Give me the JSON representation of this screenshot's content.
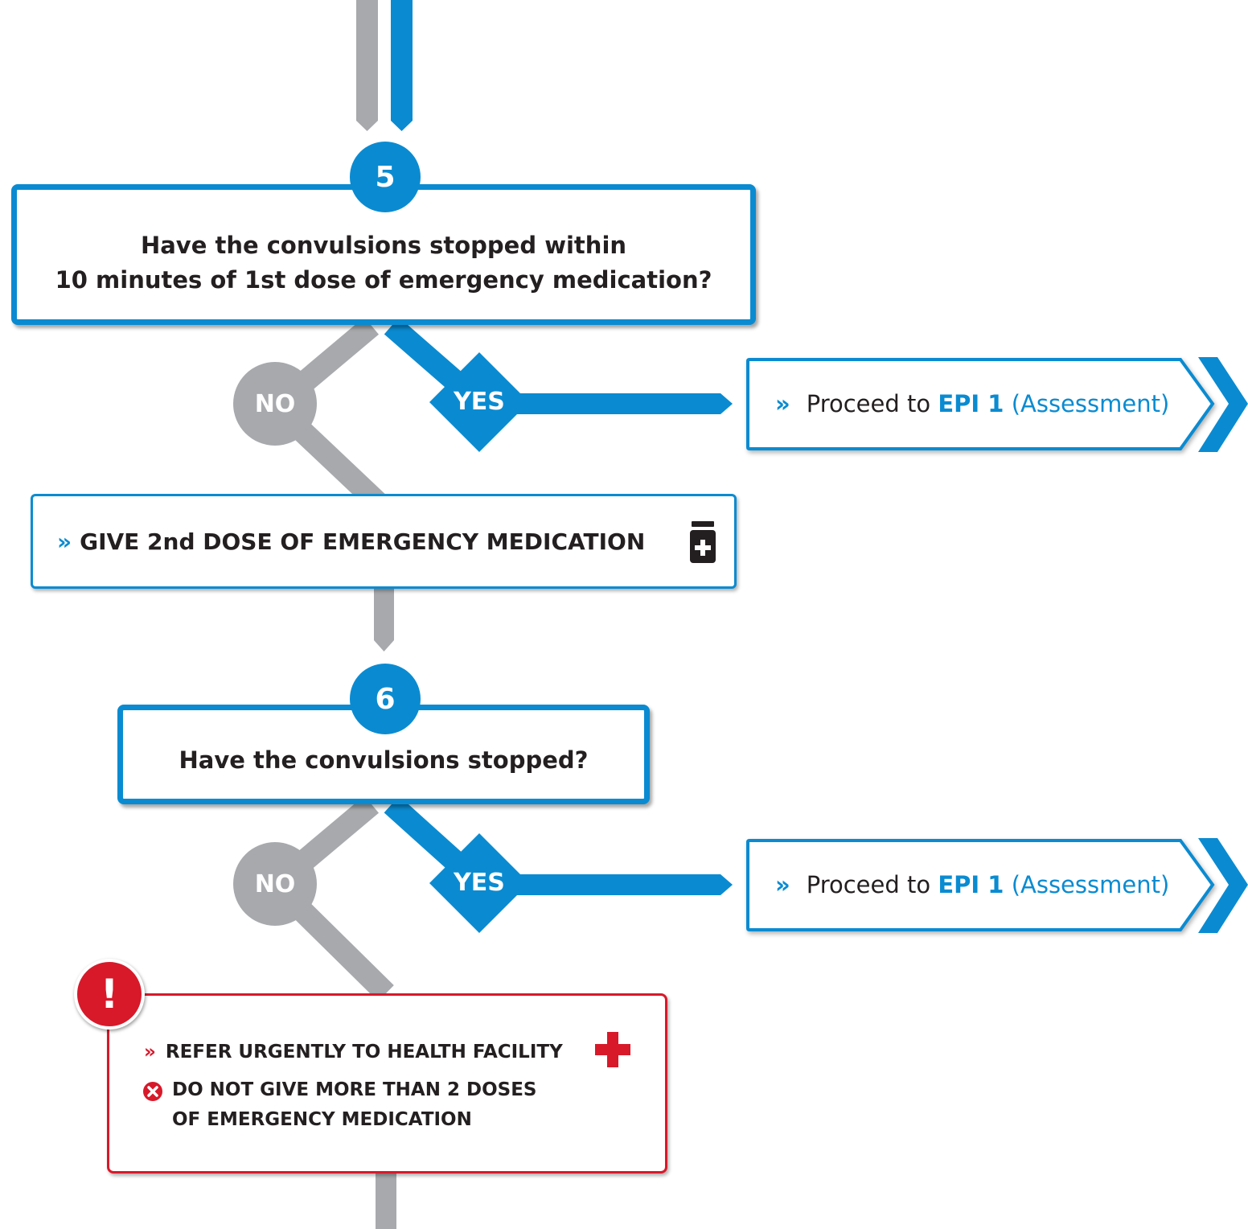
{
  "step5": {
    "number": "5",
    "question_line1": "Have the convulsions stopped within",
    "question_line2": "10 minutes of 1st dose of emergency medication?",
    "no_label": "NO",
    "yes_label": "YES",
    "yes_outcome": {
      "prefix": "Proceed to",
      "module": "EPI 1",
      "section": "(Assessment)"
    }
  },
  "action_2nd_dose": {
    "text": "GIVE 2nd DOSE OF EMERGENCY MEDICATION",
    "icon": "medication-bottle-icon"
  },
  "step6": {
    "number": "6",
    "question": "Have the convulsions stopped?",
    "no_label": "NO",
    "yes_label": "YES",
    "yes_outcome": {
      "prefix": "Proceed to",
      "module": "EPI 1",
      "section": "(Assessment)"
    }
  },
  "warning": {
    "refer_text": "REFER URGENTLY TO HEALTH FACILITY",
    "do_not_line1": "DO NOT GIVE MORE THAN 2 DOSES",
    "do_not_line2": "OF EMERGENCY MEDICATION",
    "alert_symbol": "!",
    "icons": [
      "exclamation-icon",
      "red-cross-icon",
      "x-circle-icon"
    ]
  },
  "colors": {
    "blue": "#0a8bd1",
    "grey": "#a7a9ac",
    "red": "#d7192a",
    "text": "#231f20"
  }
}
